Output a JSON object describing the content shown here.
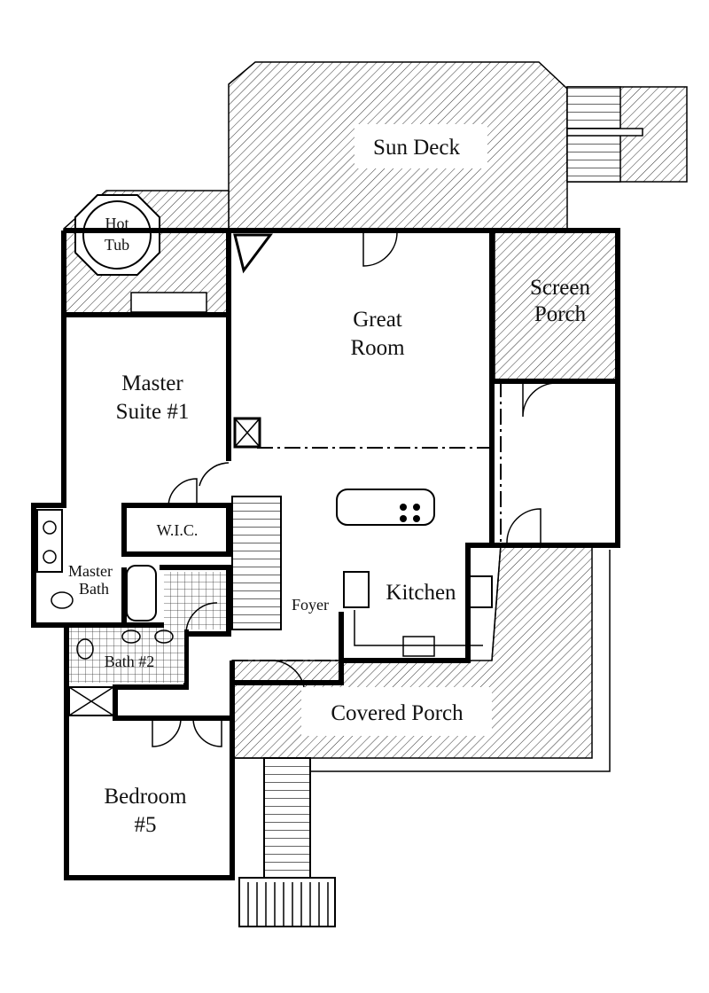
{
  "rooms": {
    "sun_deck": "Sun Deck",
    "hot_tub_line1": "Hot",
    "hot_tub_line2": "Tub",
    "screen_porch_line1": "Screen",
    "screen_porch_line2": "Porch",
    "great_room_line1": "Great",
    "great_room_line2": "Room",
    "master_suite_line1": "Master",
    "master_suite_line2": "Suite #1",
    "wic": "W.I.C.",
    "master_bath_line1": "Master",
    "master_bath_line2": "Bath",
    "foyer": "Foyer",
    "kitchen": "Kitchen",
    "bath2": "Bath #2",
    "covered_porch": "Covered Porch",
    "bedroom5_line1": "Bedroom",
    "bedroom5_line2": "#5"
  },
  "colors": {
    "ink": "#000000",
    "paper": "#ffffff"
  }
}
